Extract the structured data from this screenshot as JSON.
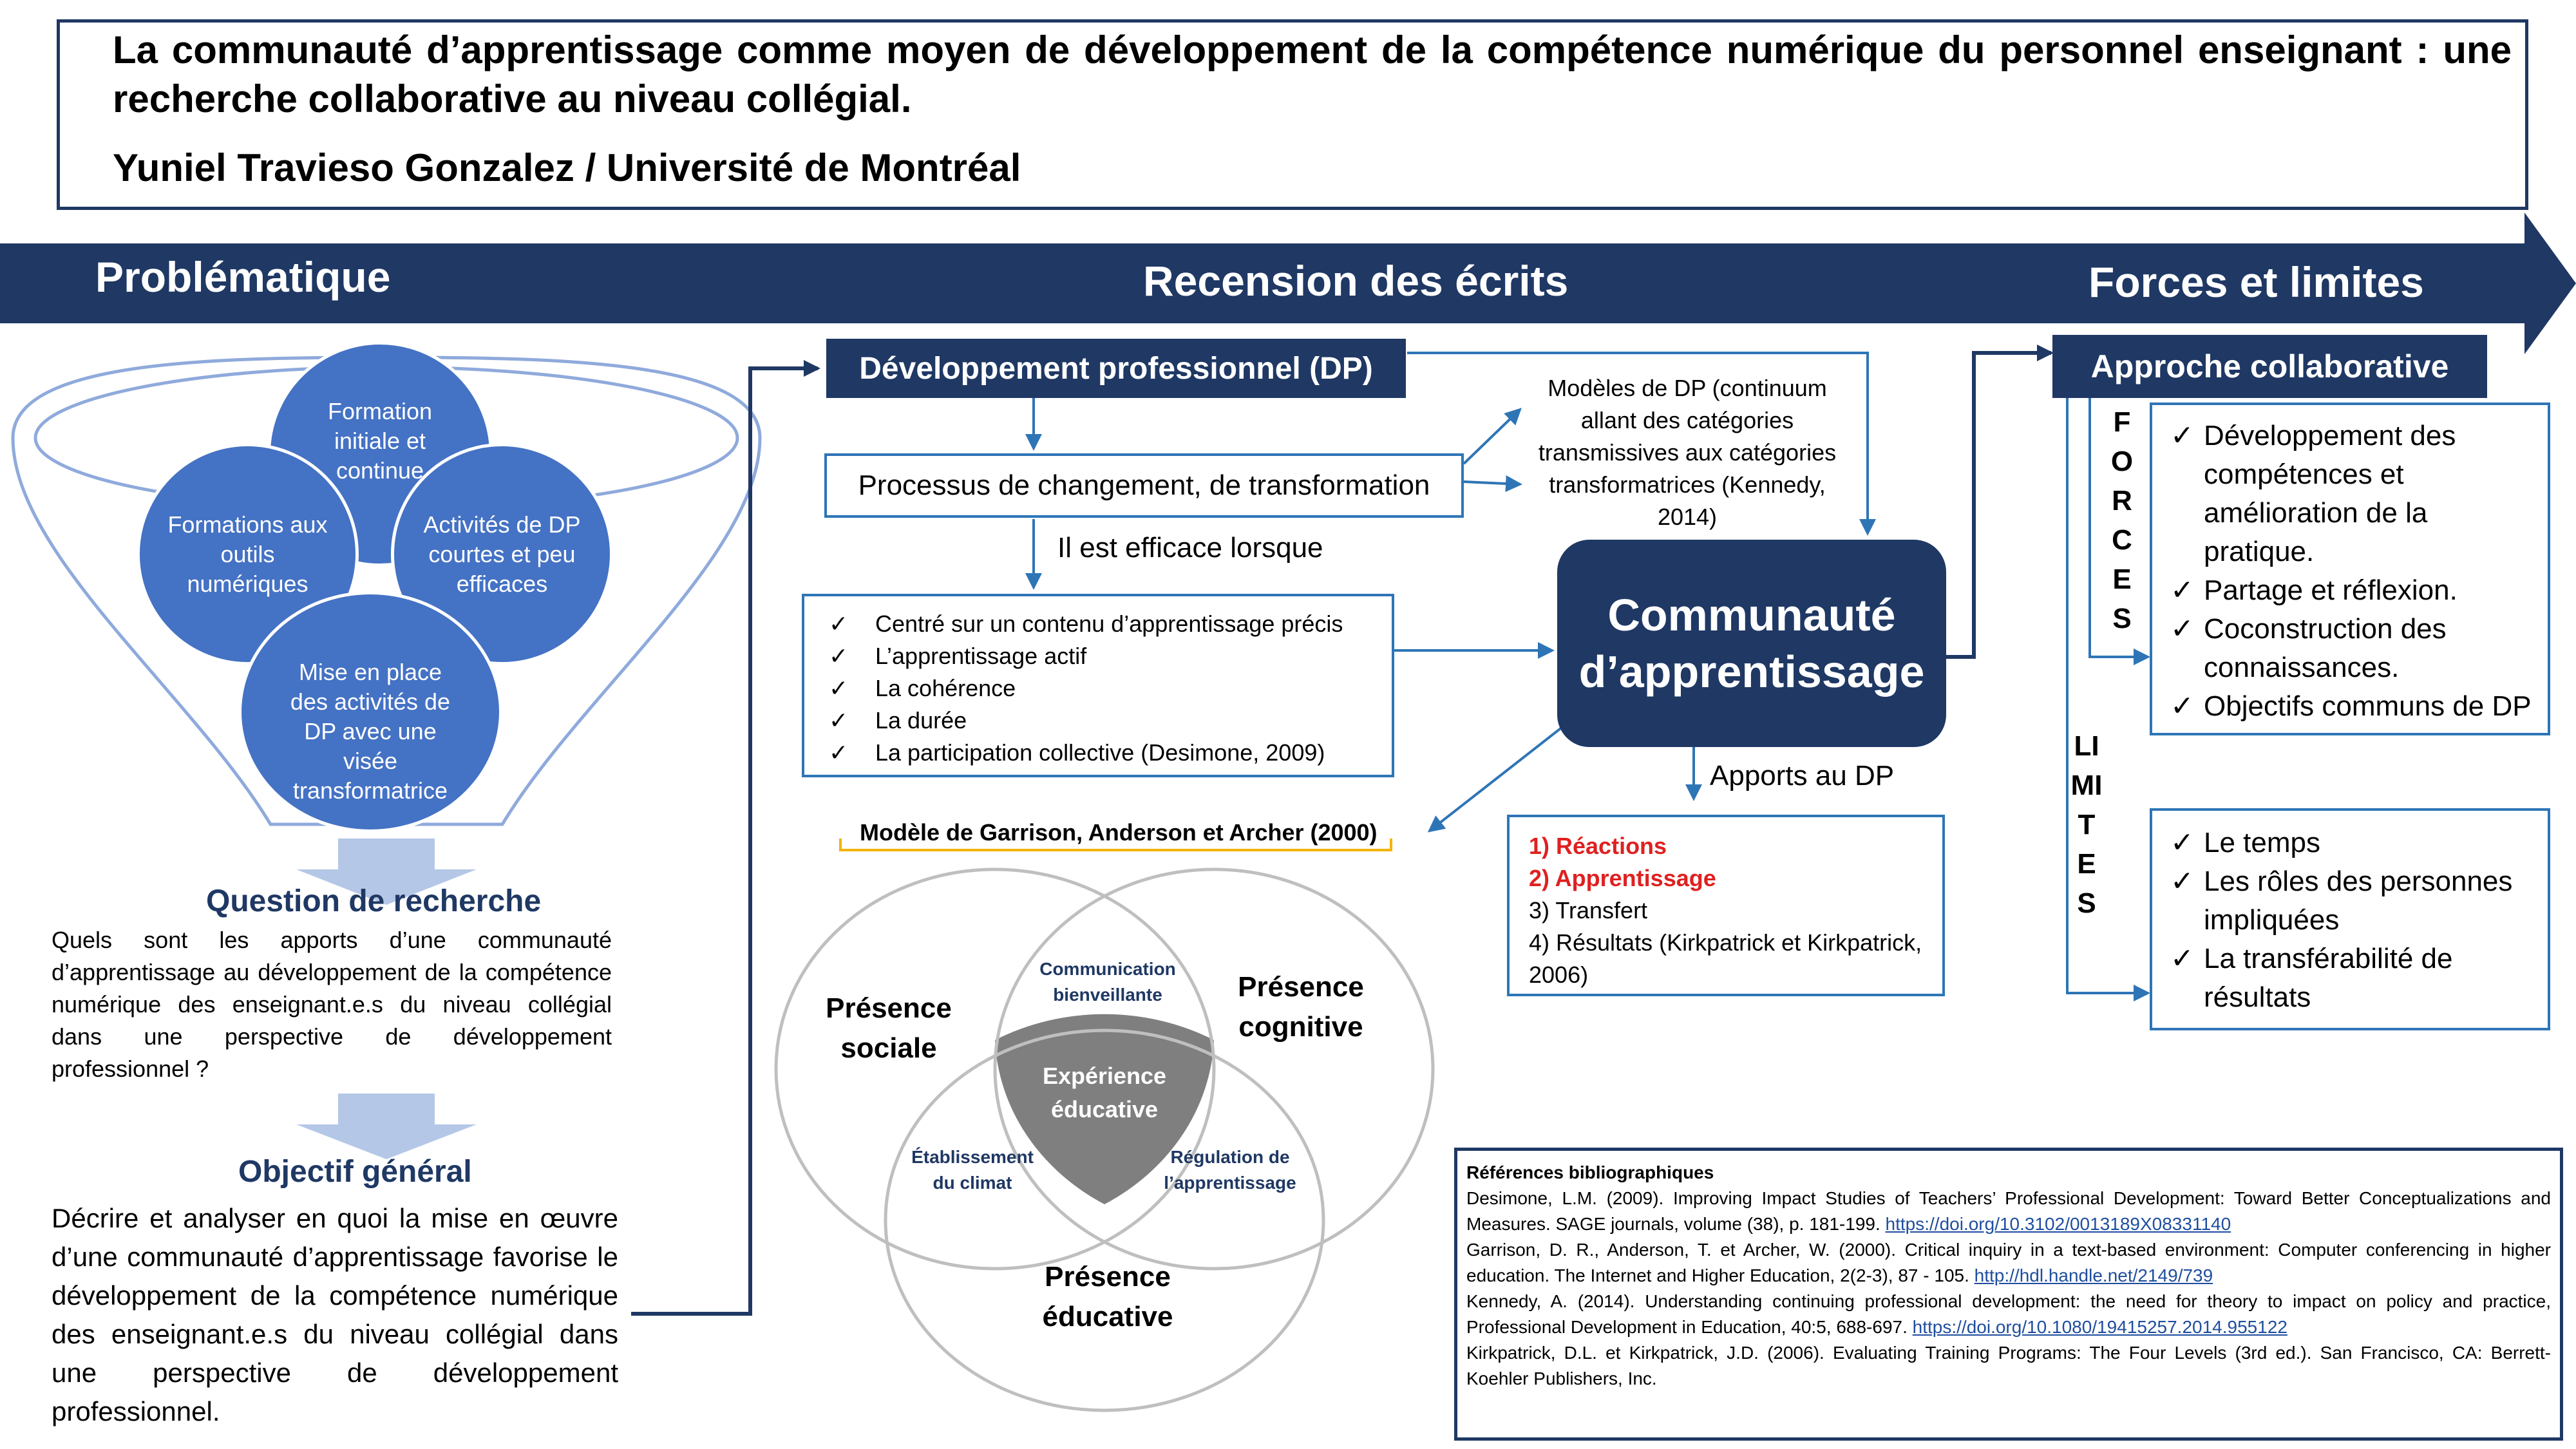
{
  "header": {
    "title": "La communauté d’apprentissage comme moyen de développement de la compétence numérique du personnel enseignant : une recherche collaborative au niveau collégial.",
    "author": "Yuniel Travieso Gonzalez / Université de Montréal"
  },
  "sections": {
    "problematique": "Problématique",
    "recension": "Recension des écrits",
    "forces_limites": "Forces et limites"
  },
  "problematique": {
    "circles": [
      "Formation initiale et continue",
      "Formations aux outils numériques",
      "Activités de DP courtes et peu efficaces",
      "Mise en place des activités de DP avec une visée transformatrice"
    ],
    "question_title": "Question de recherche",
    "question_text": "Quels sont les apports d’une communauté d’apprentissage au développement de la compétence numérique des enseignant.e.s du niveau collégial dans une perspective de développement professionnel ?",
    "objectif_title": "Objectif général",
    "objectif_text": "Décrire et analyser en quoi la mise en œuvre d’une communauté d’apprentissage favorise le développement de la compétence numérique des enseignant.e.s du niveau collégial dans une perspective de développement professionnel."
  },
  "recension": {
    "dp_title": "Développement professionnel (DP)",
    "processus": "Processus de changement, de transformation",
    "efficace": "Il est efficace lorsque",
    "criteria": [
      "Centré sur un contenu d’apprentissage précis",
      "L’apprentissage actif",
      "La cohérence",
      "La durée",
      "La participation collective (Desimone, 2009)"
    ],
    "modeles": "Modèles de DP (continuum allant des catégories transmissives aux catégories transformatrices (Kennedy, 2014)",
    "communaute": "Communauté d’apprentissage",
    "apports": "Apports au DP",
    "apports_list": [
      "1) Réactions",
      "2) Apprentissage",
      "3) Transfert",
      "4) Résultats (Kirkpatrick et Kirkpatrick, 2006)"
    ],
    "garrison_title": "Modèle de Garrison, Anderson et Archer (2000)",
    "venn": {
      "sociale": "Présence sociale",
      "cognitive": "Présence cognitive",
      "educative": "Présence éducative",
      "communication": "Communication bienveillante",
      "etablissement": "Établissement du climat",
      "regulation": "Régulation de l’apprentissage",
      "experience": "Expérience éducative"
    }
  },
  "forces_limites": {
    "approche": "Approche collaborative",
    "forces_label": "FORCES",
    "forces": [
      "Développement des compétences et amélioration de la pratique.",
      "Partage et réflexion.",
      "Coconstruction des connaissances.",
      "Objectifs communs de DP"
    ],
    "limites_label": "LIMITES",
    "limites": [
      "Le temps",
      "Les rôles des personnes impliquées",
      "La transférabilité de résultats"
    ]
  },
  "references": {
    "title": "Références bibliographiques",
    "items": [
      {
        "text": "Desimone, L.M. (2009). Improving Impact Studies of Teachers’ Professional Development: Toward Better Conceptualizations and Measures. SAGE journals, volume (38), p. 181-199. ",
        "link": "https://doi.org/10.3102/0013189X08331140"
      },
      {
        "text": "Garrison, D. R., Anderson, T. et Archer, W. (2000). Critical inquiry in a text-based environment: Computer conferencing in higher education. The Internet and Higher Education, 2(2-3), 87 - 105. ",
        "link": "http://hdl.handle.net/2149/739"
      },
      {
        "text": "Kennedy, A. (2014). Understanding continuing professional development: the need for theory to impact on policy and practice, Professional Development in Education, 40:5, 688-697. ",
        "link": "https://doi.org/10.1080/19415257.2014.955122"
      },
      {
        "text": "Kirkpatrick, D.L. et Kirkpatrick, J.D. (2006). Evaluating Training Programs: The Four Levels (3rd ed.). San Francisco, CA: Berrett-Koehler Publishers, Inc.",
        "link": ""
      }
    ]
  },
  "colors": {
    "navy": "#1f3864",
    "blue": "#4472c4",
    "accent_red": "#e02020",
    "arrow_blue": "#2e75b6"
  }
}
